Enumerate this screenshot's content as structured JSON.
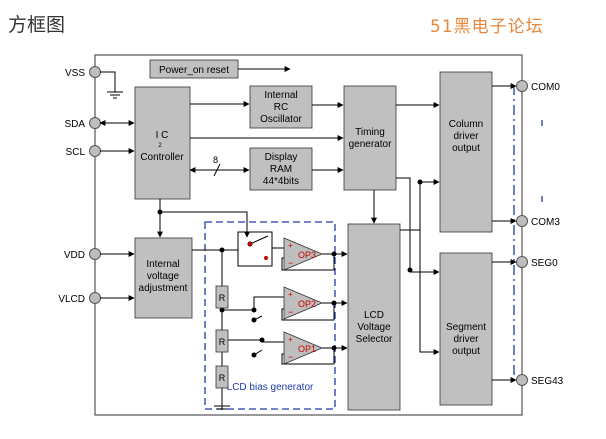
{
  "header": {
    "title": "方框图",
    "watermark": "51黑电子论坛"
  },
  "diagram": {
    "pins": {
      "vss": "VSS",
      "sda": "SDA",
      "scl": "SCL",
      "vdd": "VDD",
      "vlcd": "VLCD",
      "com0": "COM0",
      "com3": "COM3",
      "seg0": "SEG0",
      "seg43": "SEG43"
    },
    "blocks": {
      "power_on_reset": "Power_on reset",
      "ic_controller": [
        "I C",
        "2",
        "Controller"
      ],
      "internal_rc_oscillator": [
        "Internal",
        "RC",
        "Oscillator"
      ],
      "display_ram": [
        "Display",
        "RAM",
        "44*4bits"
      ],
      "timing_generator": [
        "Timing",
        "generator"
      ],
      "column_driver_output": [
        "Column",
        "driver",
        "output"
      ],
      "internal_voltage_adjustment": [
        "Internal",
        "voltage",
        "adjustment"
      ],
      "lcd_voltage_selector": [
        "LCD",
        "Voltage",
        "Selector"
      ],
      "segment_driver_output": [
        "Segment",
        "driver",
        "output"
      ],
      "lcd_bias_generator": "LCD bias generator"
    },
    "opamps": [
      "OP3",
      "OP2",
      "OP1"
    ],
    "resistor_label": "R",
    "bus_width_label": "8",
    "colors": {
      "block_fill": "#c0c0c0",
      "opamp_fill": "#bebebe",
      "op_label": "#cc0000",
      "bias_box": "#1e3caa",
      "pin_fill": "#bdbdbd"
    }
  }
}
